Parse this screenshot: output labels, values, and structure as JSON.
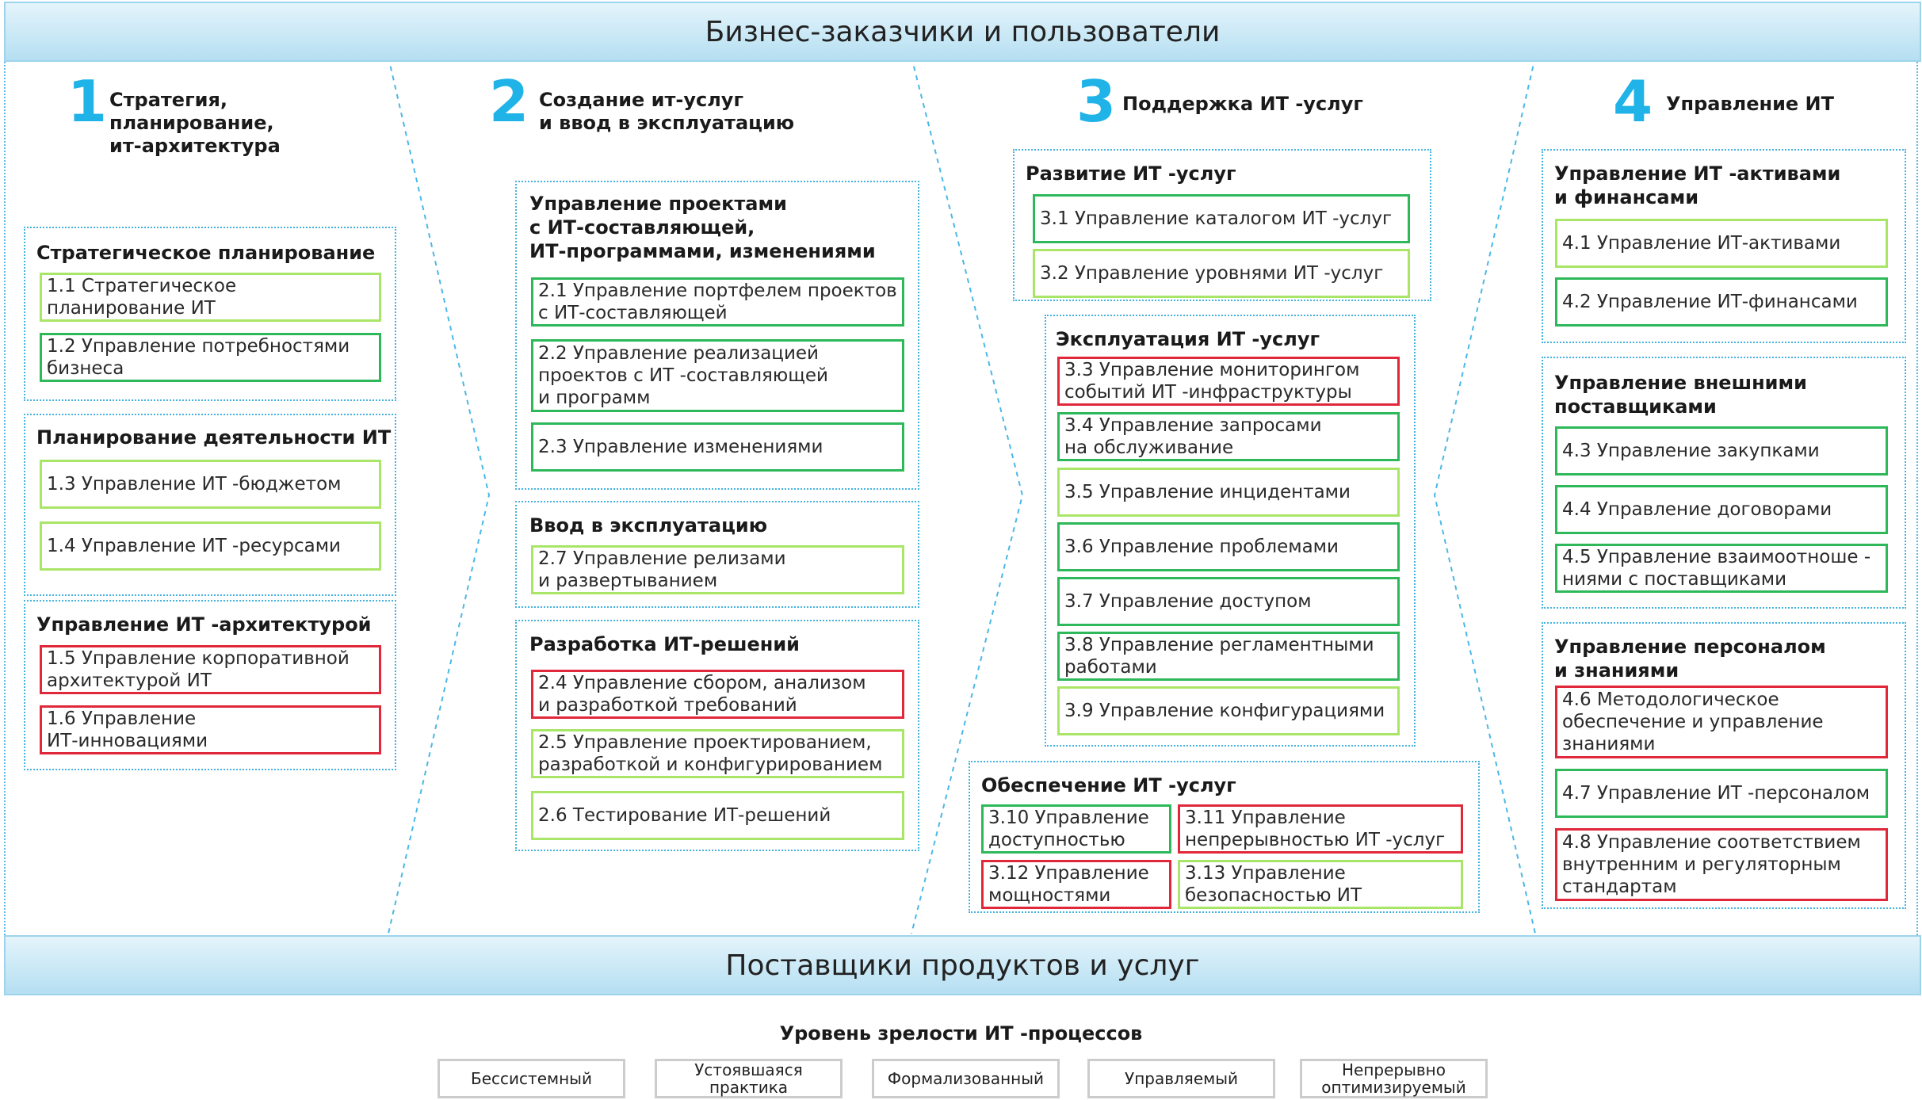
{
  "top_bar": "Бизнес-заказчики и пользователи",
  "bottom_bar": "Поставщики продуктов и услуг",
  "columns": [
    {
      "num": "1",
      "title": "Стратегия,\nпланирование,\nит-архитектура"
    },
    {
      "num": "2",
      "title": "Создание  ит-услуг\n и ввод в эксплуатацию"
    },
    {
      "num": "3",
      "title": "Поддержка ИТ -услуг"
    },
    {
      "num": "4",
      "title": "Управление ИТ"
    }
  ],
  "groups": {
    "g1a": "Стратегическое планирование",
    "g1b": "Планирование деятельности ИТ",
    "g1c": "Управление ИТ -архитектурой",
    "g2a": "Управление проектами\nс ИТ-составляющей,\nИТ-программами, изменениями",
    "g2b": "Ввод в эксплуатацию",
    "g2c": "Разработка  ИТ-решений",
    "g3a": "Развитие ИТ -услуг",
    "g3b": "Эксплуатация ИТ -услуг",
    "g3c": "Обеспечение ИТ -услуг",
    "g4a": "Управление ИТ -активами\nи финансами",
    "g4b": "Управление внешними\nпоставщиками",
    "g4c": "Управление персоналом\nи знаниями"
  },
  "processes": {
    "p1_1": "1.1 Стратегическое\nпланирование  ИТ",
    "p1_2": "1.2 Управление потребностями\nбизнеса",
    "p1_3": "1.3 Управление ИТ -бюджетом",
    "p1_4": "1.4 Управление ИТ -ресурсами",
    "p1_5": "1.5 Управление корпоративной\nархитектурой ИТ",
    "p1_6": "1.6 Управление\nИТ-инновациями",
    "p2_1": "2.1 Управление портфелем проектов\nс ИТ-составляющей",
    "p2_2": "2.2 Управление реализацией\nпроектов с ИТ -составляющей\nи программ",
    "p2_3": "2.3 Управление изменениями",
    "p2_7": "2.7 Управление релизами\nи развертыванием",
    "p2_4": "2.4 Управление сбором, анализом\nи разработкой требований",
    "p2_5": "2.5 Управление проектированием,\nразработкой и конфигурированием",
    "p2_6": "2.6 Тестирование  ИТ-решений",
    "p3_1": "3.1 Управление каталогом ИТ -услуг",
    "p3_2": "3.2 Управление  уровнями ИТ -услуг",
    "p3_3": "3.3 Управление мониторингом\nсобытий ИТ -инфраструктуры",
    "p3_4": "3.4 Управление запросами\nна обслуживание",
    "p3_5": "3.5 Управление инцидентами",
    "p3_6": "3.6 Управление проблемами",
    "p3_7": "3.7 Управление доступом",
    "p3_8": "3.8 Управление регламентными\nработами",
    "p3_9": "3.9 Управление конфигурациями",
    "p3_10": "3.10 Управление\nдоступностью",
    "p3_11": "3.11 Управление\nнепрерывностью ИТ -услуг",
    "p3_12": "3.12 Управление\nмощностями",
    "p3_13": "3.13 Управление\nбезопасностью ИТ",
    "p4_1": "4.1 Управление  ИТ-активами",
    "p4_2": "4.2 Управление  ИТ-финансами",
    "p4_3": "4.3 Управление закупками",
    "p4_4": "4.4 Управление договорами",
    "p4_5": "4.5 Управление  взаимоотноше -\nниями с поставщиками",
    "p4_6": "4.6 Методологическое\nобеспечение и управление\nзнаниями",
    "p4_7": "4.7 Управление ИТ -персоналом",
    "p4_8": "4.8 Управление соответствием\nвнутренним и регуляторным\nстандартам"
  },
  "legend": {
    "title": "Уровень зрелости ИТ -процессов",
    "levels": [
      "Бессистемный",
      "Устоявшаяся\nпрактика",
      "Формализованный",
      "Управляемый",
      "Непрерывно\nоптимизируемый"
    ],
    "colors": {
      "red": "#e0283a",
      "lime": "#a9e567",
      "green": "#2db85a",
      "blue": "#6ec8ee",
      "grey": "#c8c8c8"
    }
  }
}
